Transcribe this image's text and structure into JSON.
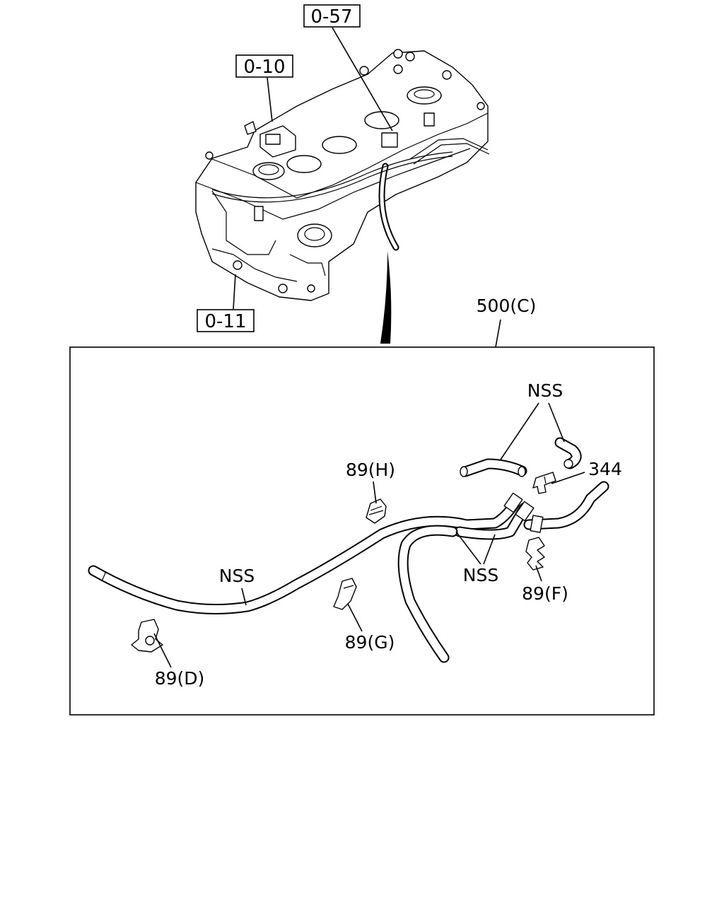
{
  "labels": {
    "ref_057": "0-57",
    "ref_010": "0-10",
    "ref_011": "0-11",
    "assembly": "500(C)",
    "nss_upper": "NSS",
    "nss_left": "NSS",
    "nss_right": "NSS",
    "part_344": "344",
    "clip_h": "89(H)",
    "clip_g": "89(G)",
    "clip_f": "89(F)",
    "clip_d": "89(D)"
  }
}
